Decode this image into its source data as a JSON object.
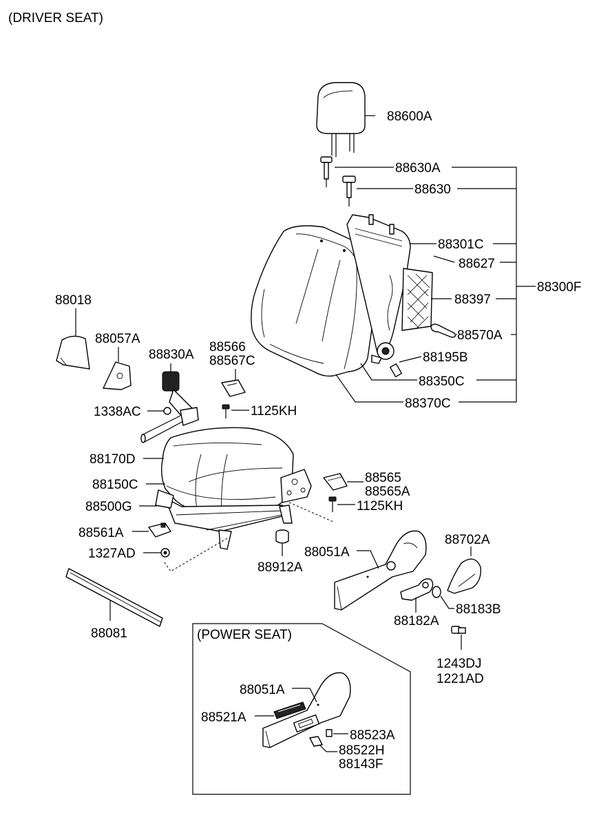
{
  "header": {
    "title": "(DRIVER SEAT)"
  },
  "power_box": {
    "title": "(POWER SEAT)"
  },
  "labels": {
    "p88600A": "88600A",
    "p88630A": "88630A",
    "p88630": "88630",
    "p88301C": "88301C",
    "p88627": "88627",
    "p88300F": "88300F",
    "p88397": "88397",
    "p88570A": "88570A",
    "p88195B": "88195B",
    "p88350C": "88350C",
    "p88370C": "88370C",
    "p88018": "88018",
    "p88057A": "88057A",
    "p88830A": "88830A",
    "p88566": "88566",
    "p88567C": "88567C",
    "p1338AC": "1338AC",
    "p1125KH_top": "1125KH",
    "p88170D": "88170D",
    "p88150C": "88150C",
    "p88500G": "88500G",
    "p88565": "88565",
    "p88565A": "88565A",
    "p1125KH_bottom": "1125KH",
    "p88561A": "88561A",
    "p1327AD": "1327AD",
    "p88912A": "88912A",
    "p88051A": "88051A",
    "p88702A": "88702A",
    "p88183B": "88183B",
    "p88182A": "88182A",
    "p88081": "88081",
    "p1243DJ": "1243DJ",
    "p1221AD": "1221AD",
    "p88051A_power": "88051A",
    "p88521A": "88521A",
    "p88523A": "88523A",
    "p88522H": "88522H",
    "p88143F": "88143F"
  },
  "icons": {
    "headrest": "headrest-icon",
    "guide": "headrest-guide-icon",
    "back": "seat-back-icon",
    "frame": "back-frame-icon",
    "cushion": "seat-cushion-icon",
    "buckle": "seat-belt-buckle-icon",
    "side_cover": "side-cover-icon",
    "knob": "knob-icon",
    "power_switch": "power-seat-switch-icon"
  }
}
